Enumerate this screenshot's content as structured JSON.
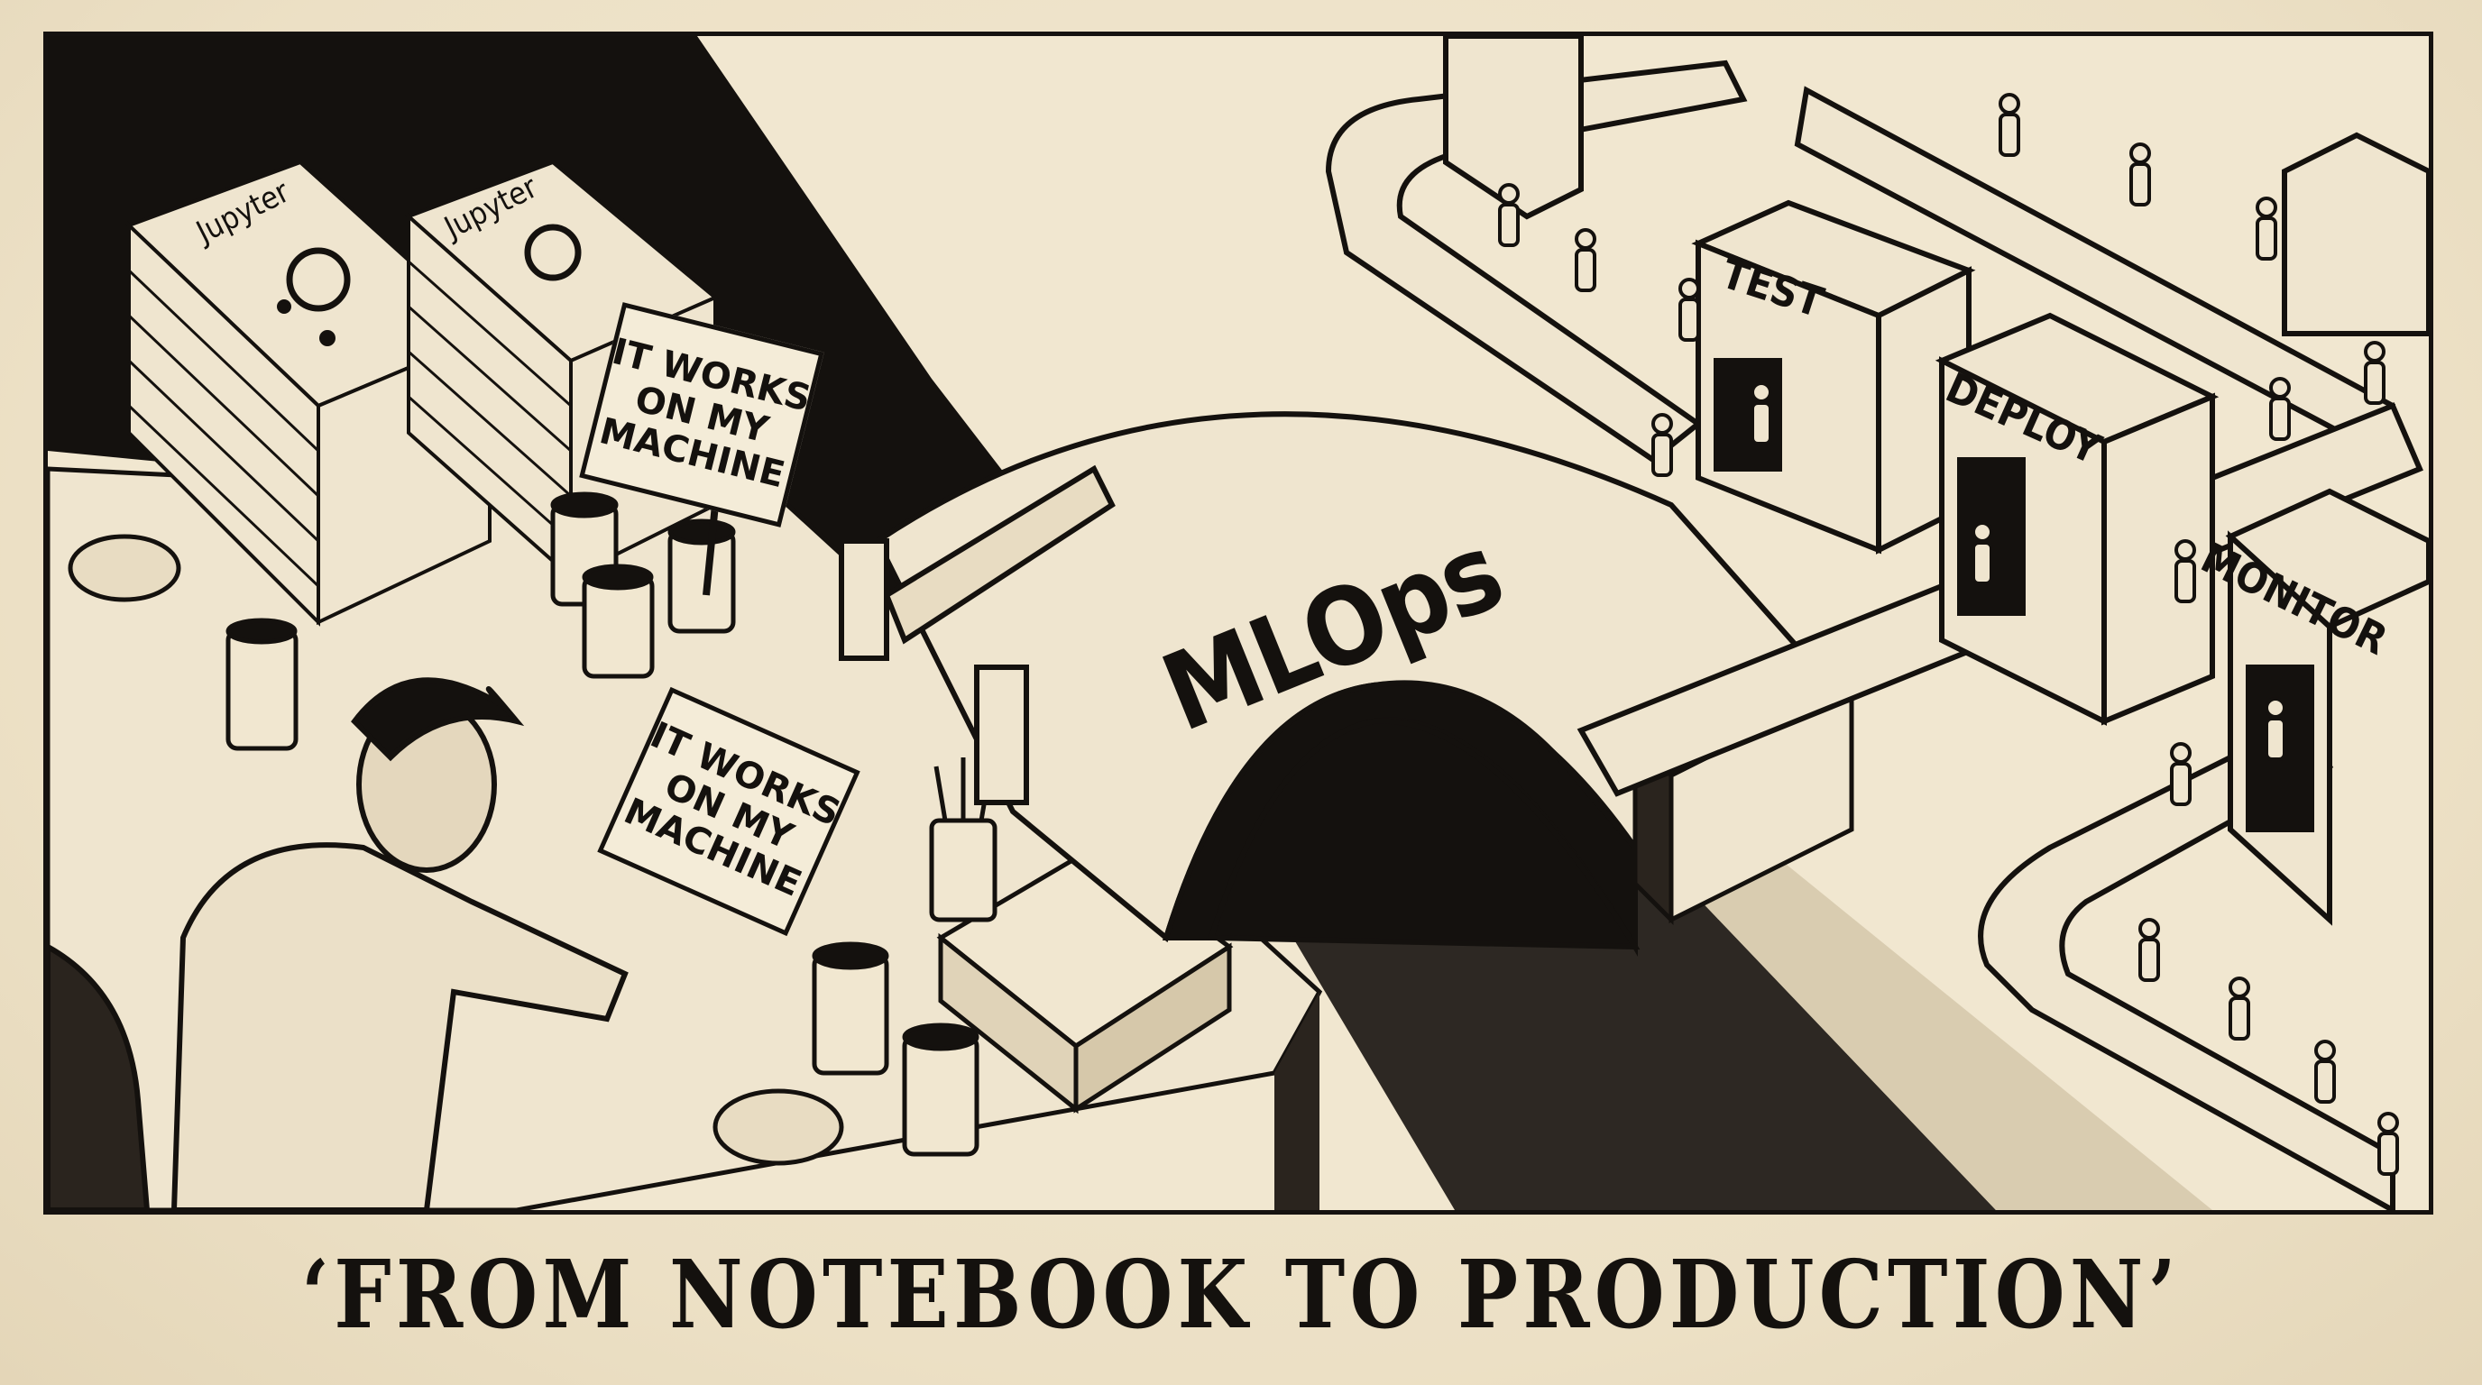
{
  "illustration": {
    "style": "pen-and-ink editorial cartoon",
    "colors": {
      "paper": "#efe4cc",
      "ink": "#14110e",
      "panel_bg": "#f1e7d0"
    },
    "left_scene": {
      "notebook_stacks": [
        {
          "label": "Jupyter"
        },
        {
          "label": "Jupyter"
        }
      ],
      "signs": [
        {
          "text": "IT WORKS\nON MY\nMACHINE",
          "position": "on-stick-between-stacks"
        },
        {
          "text": "IT WORKS\nON MY\nMACHINE",
          "position": "on-desk-tent"
        }
      ],
      "objects": [
        "coffee-mugs",
        "ashtrays",
        "pencils",
        "spiral-notebook",
        "pencil-cup",
        "chair",
        "tired-data-scientist"
      ]
    },
    "bridge": {
      "label": "MLOps"
    },
    "right_scene": {
      "machines": [
        {
          "label": "TEST"
        },
        {
          "label": "DEPLOY"
        },
        {
          "label": "MONITOR"
        }
      ],
      "objects": [
        "conveyor-belts",
        "stick-figure-workers",
        "control-panel"
      ]
    },
    "caption": "‘FROM NOTEBOOK TO PRODUCTION’"
  }
}
